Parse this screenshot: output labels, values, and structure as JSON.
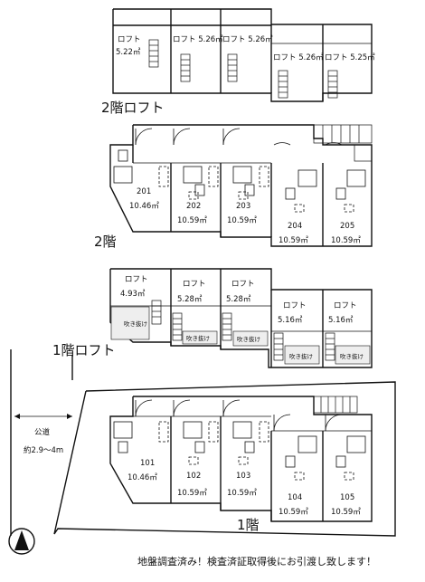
{
  "floors": {
    "loft2": {
      "title": "2階ロフト",
      "rooms": [
        {
          "label": "ロフト",
          "area": "5.22㎡"
        },
        {
          "label": "ロフト",
          "area": "5.26㎡"
        },
        {
          "label": "ロフト",
          "area": "5.26㎡"
        },
        {
          "label": "ロフト",
          "area": "5.26㎡"
        },
        {
          "label": "ロフト",
          "area": "5.25㎡"
        }
      ]
    },
    "floor2": {
      "title": "2階",
      "units": [
        {
          "no": "201",
          "area": "10.46㎡"
        },
        {
          "no": "202",
          "area": "10.59㎡"
        },
        {
          "no": "203",
          "area": "10.59㎡"
        },
        {
          "no": "204",
          "area": "10.59㎡"
        },
        {
          "no": "205",
          "area": "10.59㎡"
        }
      ]
    },
    "loft1": {
      "title": "1階ロフト",
      "rooms": [
        {
          "label": "ロフト",
          "area": "4.93㎡",
          "void": "吹き抜け"
        },
        {
          "label": "ロフト",
          "area": "5.28㎡",
          "void": "吹き抜け"
        },
        {
          "label": "ロフト",
          "area": "5.28㎡",
          "void": "吹き抜け"
        },
        {
          "label": "ロフト",
          "area": "5.16㎡",
          "void": "吹き抜け"
        },
        {
          "label": "ロフト",
          "area": "5.16㎡",
          "void": "吹き抜け"
        }
      ]
    },
    "floor1": {
      "title": "1階",
      "units": [
        {
          "no": "101",
          "area": "10.46㎡"
        },
        {
          "no": "102",
          "area": "10.59㎡"
        },
        {
          "no": "103",
          "area": "10.59㎡"
        },
        {
          "no": "104",
          "area": "10.59㎡"
        },
        {
          "no": "105",
          "area": "10.59㎡"
        }
      ]
    }
  },
  "road": {
    "label": "公道",
    "width": "約2.9～4m"
  },
  "notice": "地盤調査済み！検査済証取得後にお引渡し致します！",
  "north_icon": "north-arrow-icon"
}
